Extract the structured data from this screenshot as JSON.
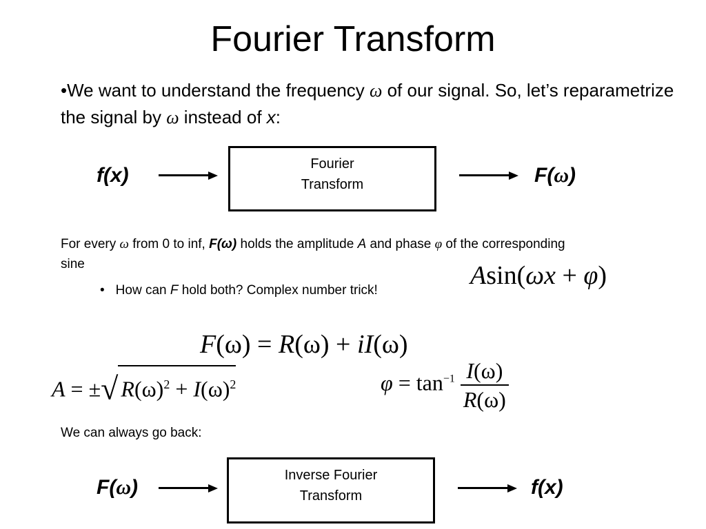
{
  "slide": {
    "title": "Fourier Transform",
    "bullet": {
      "part1": "We want to understand the frequency ",
      "omega": "ω",
      "part2": " of our signal.  So, let’s reparametrize the signal by ",
      "part3": " instead of ",
      "x": "x",
      "part4": ":"
    },
    "forward": {
      "input_label": "f(x)",
      "box_line1": "Fourier",
      "box_line2": "Transform",
      "output_label_prefix": "F(",
      "output_label_omega": "ω",
      "output_label_suffix": ")"
    },
    "explanation": {
      "part1": "For every ",
      "omega": "ω",
      "part2": " from 0 to inf, ",
      "F_omega": "F(ω)",
      "part3": " holds the amplitude ",
      "A": "A",
      "part4": " and phase ",
      "phi": "φ",
      "part5": " of the corresponding sine"
    },
    "sub_bullet": {
      "marker": "•",
      "part1": "How can ",
      "F": "F",
      "part2": " hold both?  Complex number trick!"
    },
    "sine_formula": {
      "A": "A",
      "sin": "sin(",
      "omega": "ω",
      "x": "x",
      "plus": " + ",
      "phi": "φ",
      "close": ")"
    },
    "complex_formula": {
      "F": "F",
      "arg": "(ω)",
      "eq": " = ",
      "R": "R",
      "plus": " + ",
      "i": "i",
      "I": "I"
    },
    "amplitude_formula": {
      "A": "A",
      "eq": " = ±",
      "R": "R",
      "arg": "(ω)",
      "sq": "2",
      "plus": " + ",
      "I": "I"
    },
    "phase_formula": {
      "phi": "φ",
      "eq": " = tan",
      "inv": "−1",
      "I": "I",
      "R": "R",
      "arg": "(ω)"
    },
    "back_text": "We can always go back:",
    "inverse": {
      "input_label_prefix": "F(",
      "input_label_omega": "ω",
      "input_label_suffix": ")",
      "box_line1": "Inverse Fourier",
      "box_line2": "Transform",
      "output_label": "f(x)"
    }
  }
}
